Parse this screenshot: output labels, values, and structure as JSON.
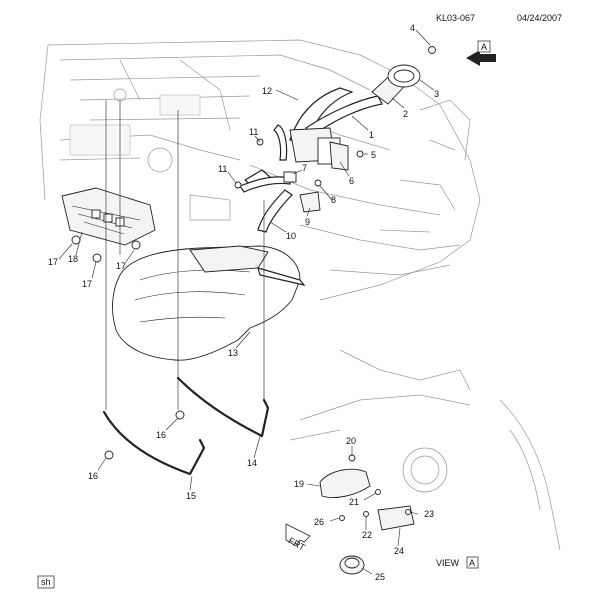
{
  "header": {
    "doc_id": "KL03-067",
    "date": "04/24/2007"
  },
  "view_arrow_letter": "A",
  "view_caption": {
    "text": "VIEW",
    "letter": "A"
  },
  "front_arrow_text": "FRT",
  "corner_tag": "sh",
  "callouts": [
    "1",
    "2",
    "3",
    "4",
    "5",
    "6",
    "7",
    "8",
    "9",
    "10",
    "11",
    "11",
    "12",
    "13",
    "14",
    "15",
    "16",
    "16",
    "17",
    "17",
    "17",
    "18",
    "19",
    "20",
    "21",
    "22",
    "23",
    "24",
    "25",
    "26"
  ],
  "colors": {
    "line": "#222222",
    "ghost": "#9a9a9a",
    "background": "#ffffff"
  }
}
